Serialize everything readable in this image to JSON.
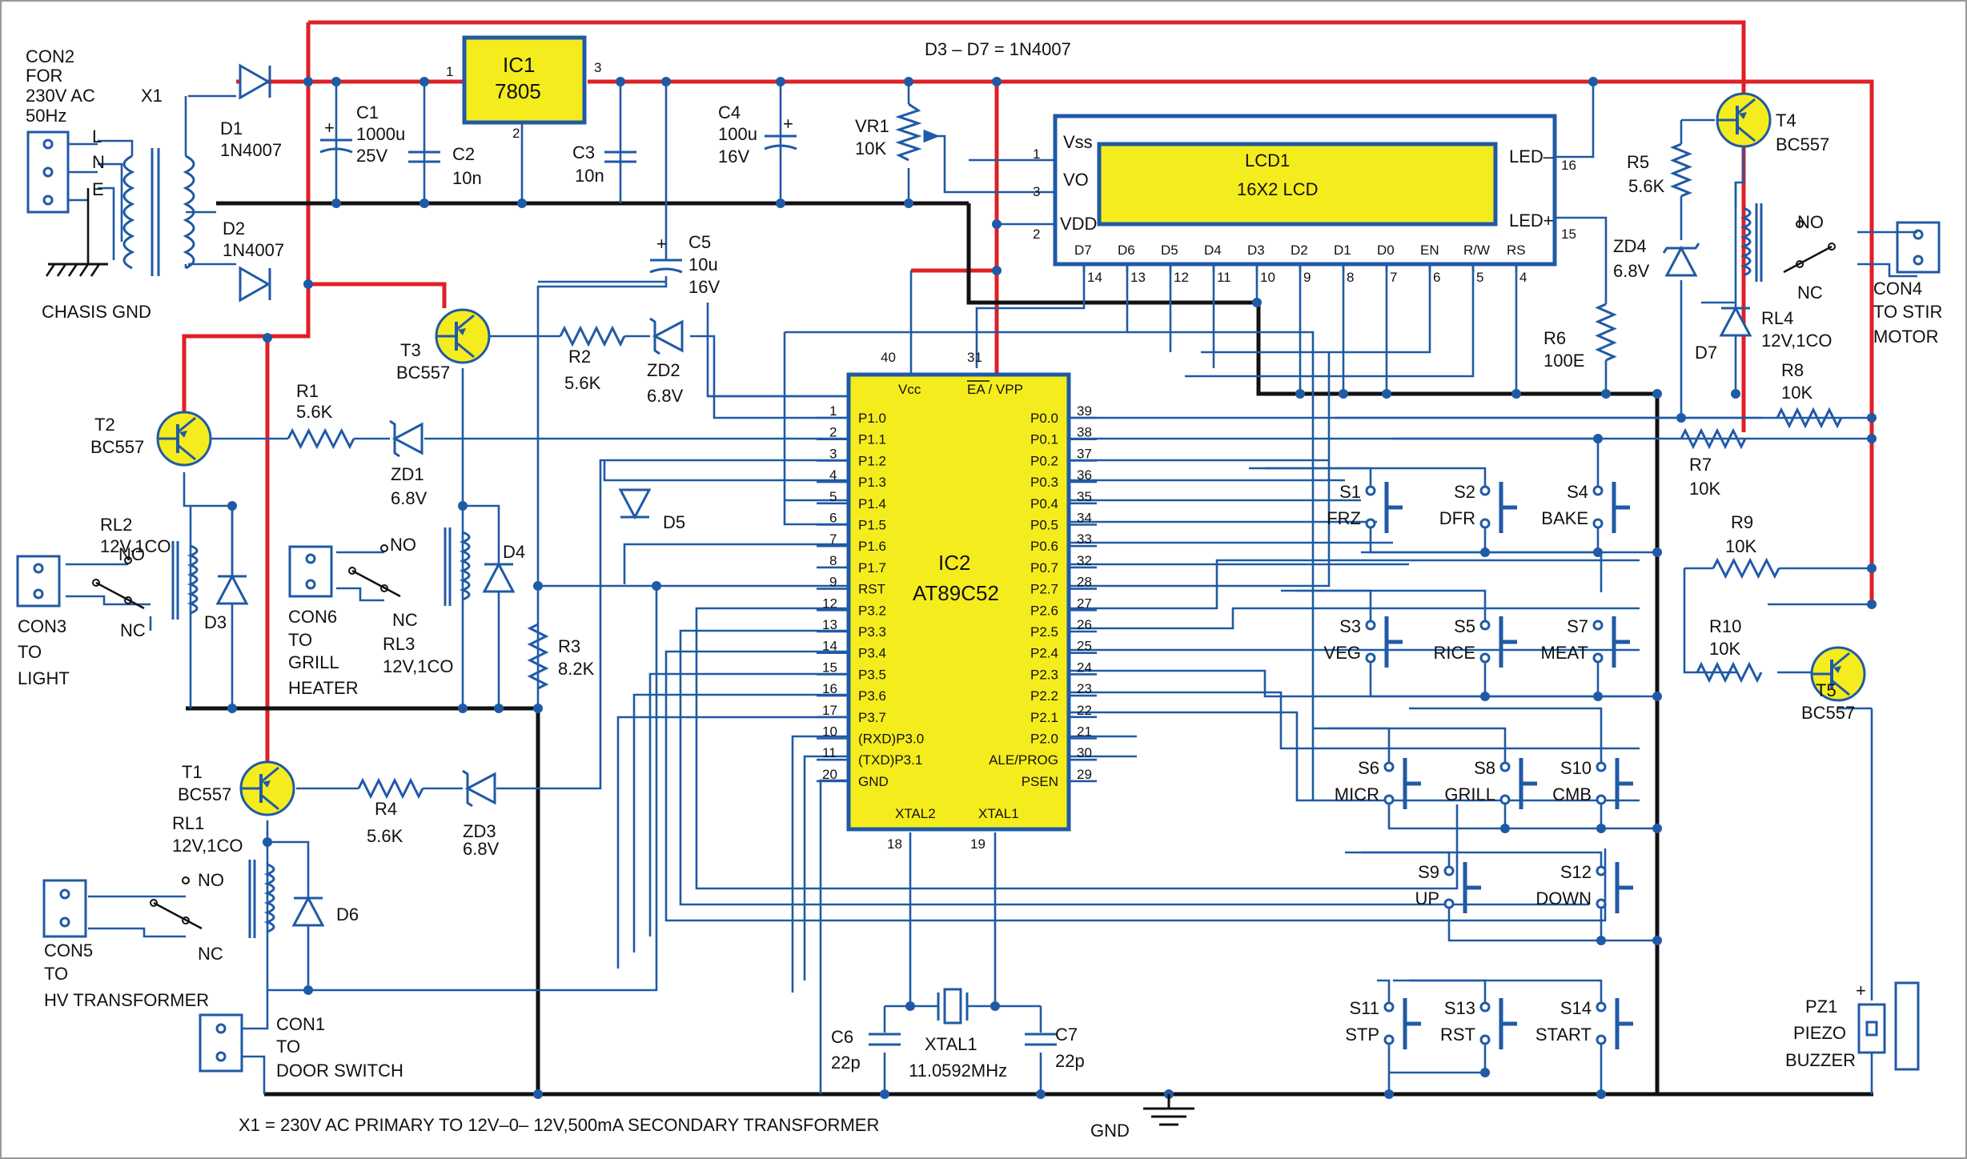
{
  "title_note": "D3 – D7 = 1N4007",
  "footer_note": "X1 = 230V AC PRIMARY TO 12V–0– 12V,500mA SECONDARY TRANSFORMER",
  "gnd_label": "GND",
  "colors": {
    "wire": "#1f5aa6",
    "power": "#e01f26",
    "ground": "#111111",
    "ic_fill": "#f5ec1d"
  },
  "icons": [
    "transistor-pnp",
    "diode",
    "zener",
    "resistor",
    "capacitor",
    "relay-coil",
    "push-switch",
    "crystal",
    "piezo-buzzer",
    "connector",
    "ground-symbol",
    "transformer"
  ],
  "connectors": {
    "con2": [
      "CON2",
      "FOR",
      "230V AC",
      "50Hz"
    ],
    "con2_pins": [
      "L",
      "N",
      "E"
    ],
    "chassis": "CHASIS GND",
    "con3": [
      "CON3",
      "TO",
      "LIGHT"
    ],
    "con6": [
      "CON6",
      "TO",
      "GRILL",
      "HEATER"
    ],
    "con5": [
      "CON5",
      "TO",
      "HV TRANSFORMER"
    ],
    "con1": [
      "CON1",
      "TO",
      "DOOR SWITCH"
    ],
    "con4": [
      "CON4",
      "TO STIR",
      "MOTOR"
    ],
    "no": "NO",
    "nc": "NC"
  },
  "components": {
    "x1": "X1",
    "d1": [
      "D1",
      "1N4007"
    ],
    "d2": [
      "D2",
      "1N4007"
    ],
    "c1": [
      "C1",
      "1000u",
      "25V"
    ],
    "c2": [
      "C2",
      "10n"
    ],
    "ic1": [
      "IC1",
      "7805"
    ],
    "ic1_pins": [
      "1",
      "2",
      "3"
    ],
    "c3": [
      "C3",
      "10n"
    ],
    "c4": [
      "C4",
      "100u",
      "16V"
    ],
    "c5": [
      "C5",
      "10u",
      "16V"
    ],
    "vr1": [
      "VR1",
      "10K"
    ],
    "t1": [
      "T1",
      "BC557"
    ],
    "t2": [
      "T2",
      "BC557"
    ],
    "t3": [
      "T3",
      "BC557"
    ],
    "t4": [
      "T4",
      "BC557"
    ],
    "t5": [
      "T5",
      "BC557"
    ],
    "r1": [
      "R1",
      "5.6K"
    ],
    "r2": [
      "R2",
      "5.6K"
    ],
    "r3": [
      "R3",
      "8.2K"
    ],
    "r4": [
      "R4",
      "5.6K"
    ],
    "r5": [
      "R5",
      "5.6K"
    ],
    "r6": [
      "R6",
      "100E"
    ],
    "r7": [
      "R7",
      "10K"
    ],
    "r8": [
      "R8",
      "10K"
    ],
    "r9": [
      "R9",
      "10K"
    ],
    "r10": [
      "R10",
      "10K"
    ],
    "zd1": [
      "ZD1",
      "6.8V"
    ],
    "zd2": [
      "ZD2",
      "6.8V"
    ],
    "zd3": [
      "ZD3",
      "6.8V"
    ],
    "zd4": [
      "ZD4",
      "6.8V"
    ],
    "rl1": [
      "RL1",
      "12V,1CO"
    ],
    "rl2": [
      "RL2",
      "12V,1CO"
    ],
    "rl3": [
      "RL3",
      "12V,1CO"
    ],
    "rl4": [
      "RL4",
      "12V,1CO"
    ],
    "d3": "D3",
    "d4": "D4",
    "d5": "D5",
    "d6": "D6",
    "d7": "D7",
    "c6": [
      "C6",
      "22p"
    ],
    "c7": [
      "C7",
      "22p"
    ],
    "xtal1": [
      "XTAL1",
      "11.0592MHz"
    ],
    "pz1": [
      "PZ1",
      "PIEZO",
      "BUZZER"
    ],
    "plus": "+"
  },
  "lcd": {
    "name": "LCD1",
    "desc": "16X2 LCD",
    "left_pins": [
      {
        "label": "Vss",
        "num": "1"
      },
      {
        "label": "VO",
        "num": "3"
      },
      {
        "label": "VDD",
        "num": "2"
      }
    ],
    "right_pins": [
      {
        "label": "LED–",
        "num": "16"
      },
      {
        "label": "LED+",
        "num": "15"
      }
    ],
    "bottom_pins": [
      {
        "label": "D7",
        "num": "14"
      },
      {
        "label": "D6",
        "num": "13"
      },
      {
        "label": "D5",
        "num": "12"
      },
      {
        "label": "D4",
        "num": "11"
      },
      {
        "label": "D3",
        "num": "10"
      },
      {
        "label": "D2",
        "num": "9"
      },
      {
        "label": "D1",
        "num": "8"
      },
      {
        "label": "D0",
        "num": "7"
      },
      {
        "label": "EN",
        "num": "6"
      },
      {
        "label": "R/W",
        "num": "5"
      },
      {
        "label": "RS",
        "num": "4"
      }
    ]
  },
  "mcu": {
    "name": "IC2",
    "part": "AT89C52",
    "top_pins": [
      {
        "label": "Vcc",
        "num": "40"
      },
      {
        "label": "EA / VPP",
        "num": "31"
      }
    ],
    "bottom_pins": [
      {
        "label": "XTAL2",
        "num": "18"
      },
      {
        "label": "XTAL1",
        "num": "19"
      }
    ],
    "left_pins": [
      {
        "label": "P1.0",
        "num": "1"
      },
      {
        "label": "P1.1",
        "num": "2"
      },
      {
        "label": "P1.2",
        "num": "3"
      },
      {
        "label": "P1.3",
        "num": "4"
      },
      {
        "label": "P1.4",
        "num": "5"
      },
      {
        "label": "P1.5",
        "num": "6"
      },
      {
        "label": "P1.6",
        "num": "7"
      },
      {
        "label": "P1.7",
        "num": "8"
      },
      {
        "label": "RST",
        "num": "9"
      },
      {
        "label": "P3.2",
        "num": "12"
      },
      {
        "label": "P3.3",
        "num": "13"
      },
      {
        "label": "P3.4",
        "num": "14"
      },
      {
        "label": "P3.5",
        "num": "15"
      },
      {
        "label": "P3.6",
        "num": "16"
      },
      {
        "label": "P3.7",
        "num": "17"
      },
      {
        "label": "(RXD)P3.0",
        "num": "10"
      },
      {
        "label": "(TXD)P3.1",
        "num": "11"
      },
      {
        "label": "GND",
        "num": "20"
      }
    ],
    "right_pins": [
      {
        "label": "P0.0",
        "num": "39"
      },
      {
        "label": "P0.1",
        "num": "38"
      },
      {
        "label": "P0.2",
        "num": "37"
      },
      {
        "label": "P0.3",
        "num": "36"
      },
      {
        "label": "P0.4",
        "num": "35"
      },
      {
        "label": "P0.5",
        "num": "34"
      },
      {
        "label": "P0.6",
        "num": "33"
      },
      {
        "label": "P0.7",
        "num": "32"
      },
      {
        "label": "P2.7",
        "num": "28"
      },
      {
        "label": "P2.6",
        "num": "27"
      },
      {
        "label": "P2.5",
        "num": "26"
      },
      {
        "label": "P2.4",
        "num": "25"
      },
      {
        "label": "P2.3",
        "num": "24"
      },
      {
        "label": "P2.2",
        "num": "23"
      },
      {
        "label": "P2.1",
        "num": "22"
      },
      {
        "label": "P2.0",
        "num": "21"
      },
      {
        "label": "ALE/PROG",
        "num": "30"
      },
      {
        "label": "PSEN",
        "num": "29"
      }
    ]
  },
  "switches": [
    {
      "id": "S1",
      "fn": "FRZ"
    },
    {
      "id": "S2",
      "fn": "DFR"
    },
    {
      "id": "S4",
      "fn": "BAKE"
    },
    {
      "id": "S3",
      "fn": "VEG"
    },
    {
      "id": "S5",
      "fn": "RICE"
    },
    {
      "id": "S7",
      "fn": "MEAT"
    },
    {
      "id": "S6",
      "fn": "MICR"
    },
    {
      "id": "S8",
      "fn": "GRILL"
    },
    {
      "id": "S10",
      "fn": "CMB"
    },
    {
      "id": "S9",
      "fn": "UP"
    },
    {
      "id": "S12",
      "fn": "DOWN"
    },
    {
      "id": "S11",
      "fn": "STP"
    },
    {
      "id": "S13",
      "fn": "RST"
    },
    {
      "id": "S14",
      "fn": "START"
    }
  ]
}
